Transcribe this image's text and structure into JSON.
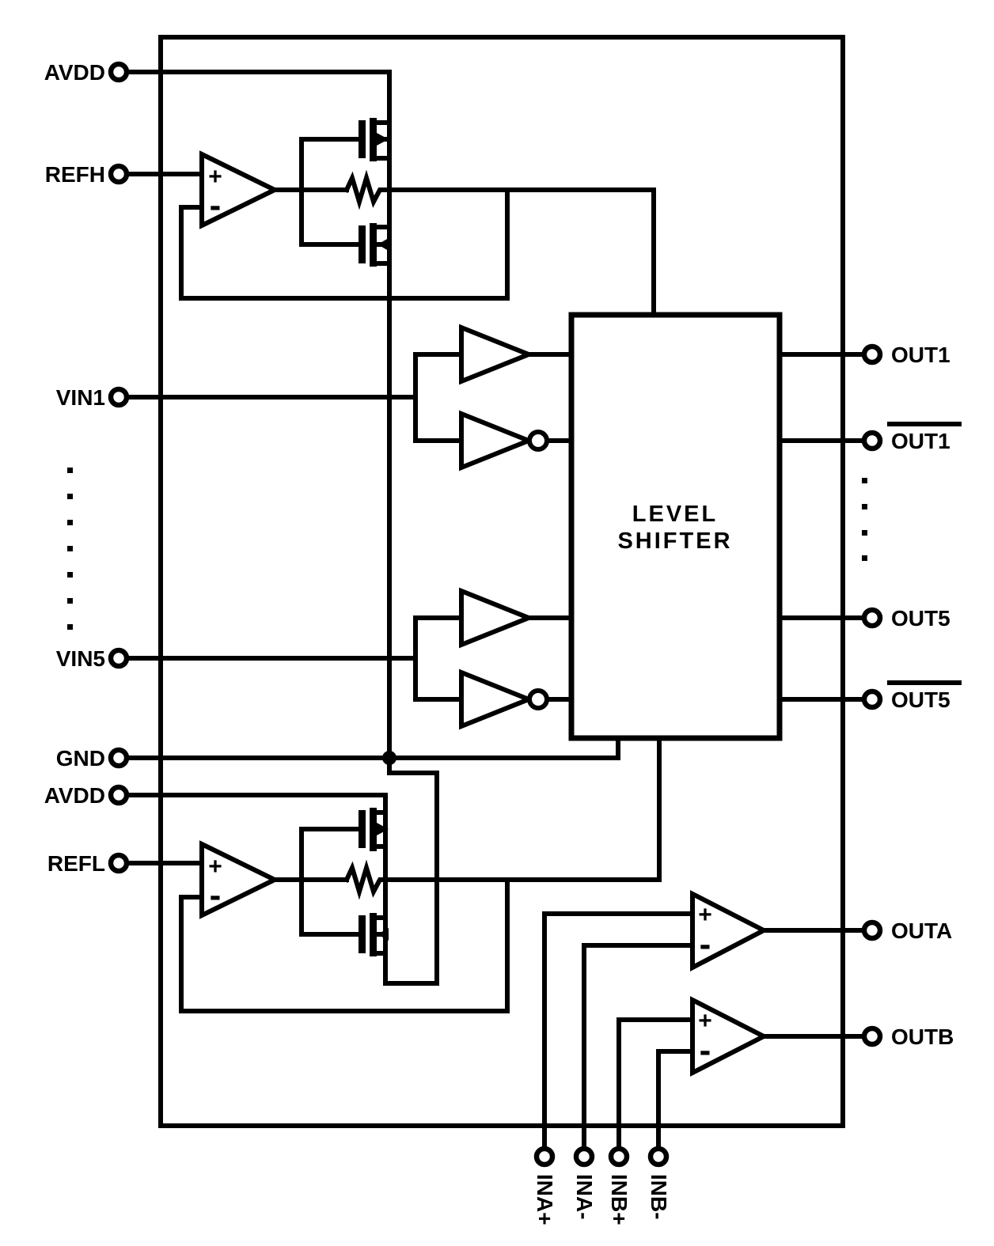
{
  "figure": {
    "type": "analog IC functional block diagram",
    "colors": {
      "line": "#000000",
      "background": "#ffffff"
    },
    "level_shifter": {
      "line1": "LEVEL",
      "line2": "SHIFTER"
    },
    "left_pins": [
      {
        "label": "AVDD"
      },
      {
        "label": "REFH"
      },
      {
        "label": "VIN1"
      },
      {
        "label": "VIN5"
      },
      {
        "label": "GND"
      },
      {
        "label": "AVDD"
      },
      {
        "label": "REFL"
      }
    ],
    "right_pins": [
      {
        "label": "OUT1",
        "overline": false
      },
      {
        "label": "OUT1",
        "overline": true
      },
      {
        "label": "OUT5",
        "overline": false
      },
      {
        "label": "OUT5",
        "overline": true
      },
      {
        "label": "OUTA",
        "overline": false
      },
      {
        "label": "OUTB",
        "overline": false
      }
    ],
    "bottom_pins": [
      {
        "label": "INA+"
      },
      {
        "label": "INA-"
      },
      {
        "label": "INB+"
      },
      {
        "label": "INB-"
      }
    ],
    "signs": {
      "plus": "+",
      "minus": "-"
    }
  }
}
